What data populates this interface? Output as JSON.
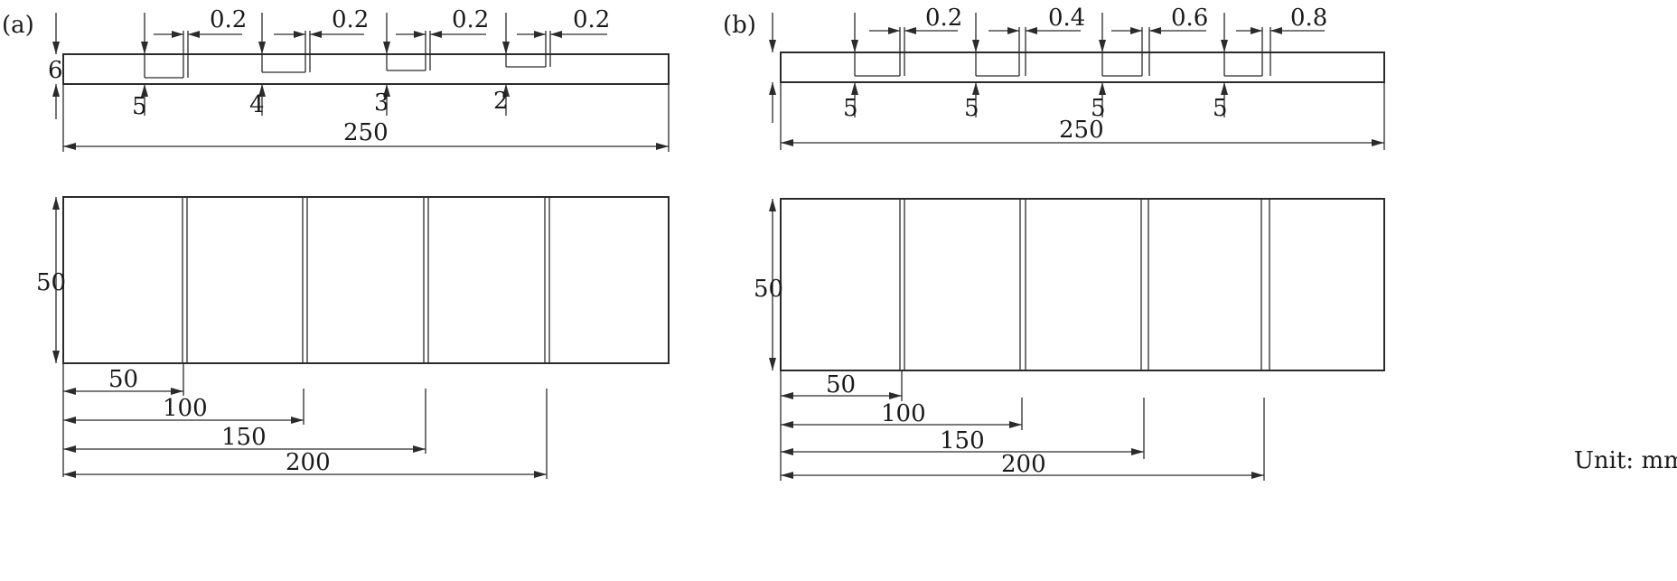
{
  "figure": {
    "unit_label": "Unit: mm",
    "panels": [
      {
        "id": "a",
        "label": "(a)",
        "thickness_label": "6",
        "length_label": "250",
        "width_label": "50",
        "notch_width_labels": [
          "0.2",
          "0.2",
          "0.2",
          "0.2"
        ],
        "notch_depth_labels": [
          "5",
          "4",
          "3",
          "2"
        ],
        "position_labels": [
          "50",
          "100",
          "150",
          "200"
        ]
      },
      {
        "id": "b",
        "label": "(b)",
        "thickness_label": "",
        "length_label": "250",
        "width_label": "50",
        "notch_width_labels": [
          "0.2",
          "0.4",
          "0.6",
          "0.8"
        ],
        "notch_depth_labels": [
          "5",
          "5",
          "5",
          "5"
        ],
        "position_labels": [
          "50",
          "100",
          "150",
          "200"
        ]
      }
    ]
  }
}
